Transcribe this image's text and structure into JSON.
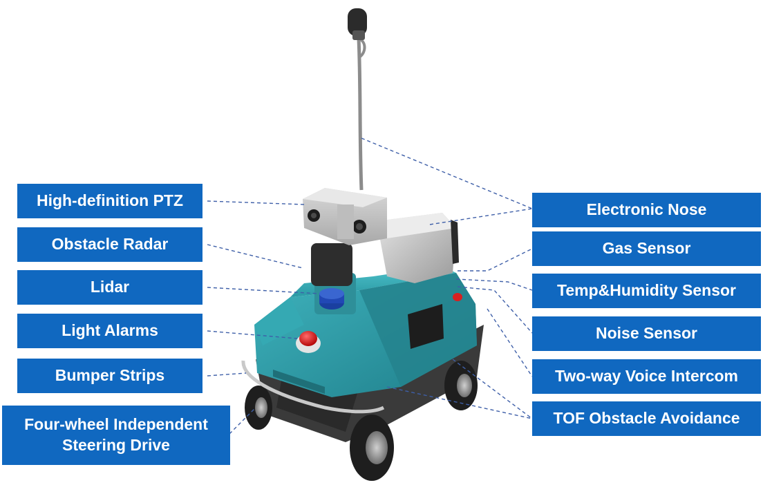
{
  "colors": {
    "label_bg": "#1068c0",
    "label_text": "#ffffff",
    "robot_teal": "#2b9aa6",
    "robot_dark": "#3a3a3a",
    "leader_line": "#3e5fa8"
  },
  "labels": {
    "left": {
      "ptz": "High-definition PTZ",
      "obstacle_radar": "Obstacle Radar",
      "lidar": "Lidar",
      "light_alarms": "Light Alarms",
      "bumper_strips": "Bumper Strips",
      "four_wheel_line1": "Four-wheel Independent",
      "four_wheel_line2": "Steering Drive"
    },
    "right": {
      "electronic_nose": "Electronic Nose",
      "gas_sensor": "Gas Sensor",
      "temp_humidity": "Temp&Humidity Sensor",
      "noise_sensor": "Noise Sensor",
      "voice_intercom": "Two-way Voice Intercom",
      "tof": "TOF Obstacle Avoidance"
    }
  }
}
